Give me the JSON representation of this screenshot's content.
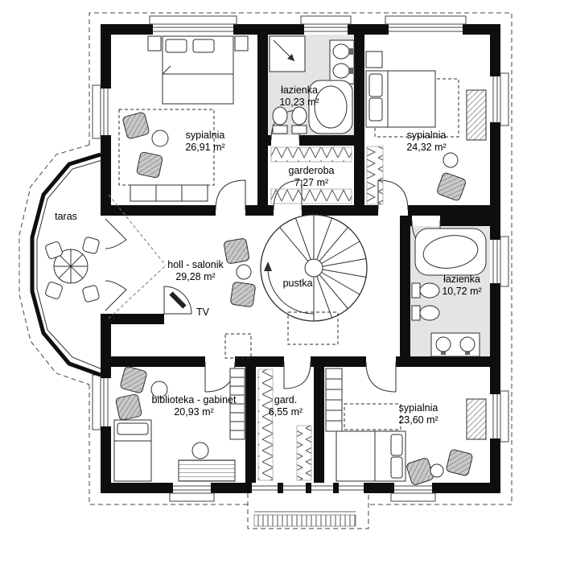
{
  "plan": {
    "title": "floor-plan-upper-storey",
    "rooms": {
      "bedroom_top_left": {
        "name": "sypialnia",
        "area": "26,91 m²"
      },
      "bathroom_top": {
        "name": "łazienka",
        "area": "10,23 m²"
      },
      "bedroom_top_right": {
        "name": "sypialnia",
        "area": "24,32 m²"
      },
      "wardrobe_top": {
        "name": "garderoba",
        "area": "7,27 m²"
      },
      "terrace": {
        "name": "taras"
      },
      "hall": {
        "name": "holl - salonik",
        "area": "29,28 m²"
      },
      "void": {
        "name": "pustka"
      },
      "bathroom_right": {
        "name": "łazienka",
        "area": "10,72 m²"
      },
      "tv": {
        "name": "TV"
      },
      "library": {
        "name": "biblioteka - gabinet",
        "area": "20,93 m²"
      },
      "wardrobe_bottom": {
        "name": "gard.",
        "area": "6,55 m²"
      },
      "bedroom_bottom_right": {
        "name": "sypialnia",
        "area": "23,60 m²"
      }
    },
    "colors": {
      "wall": "#0e0e0e",
      "line": "#2e2e2e",
      "bathroom_floor": "#e4e4e4",
      "upholstery": "#c9c9c9",
      "background": "#ffffff"
    }
  }
}
